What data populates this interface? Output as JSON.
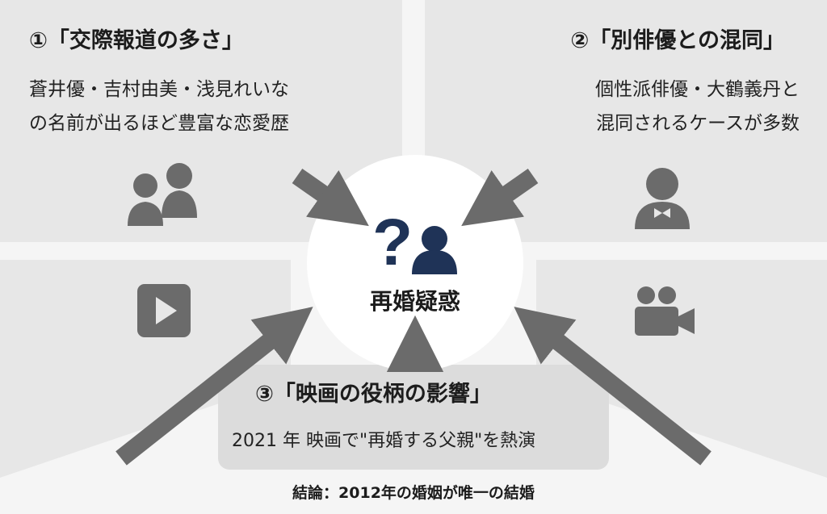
{
  "reasons": [
    {
      "title": "①「交際報道の多さ」",
      "lines": [
        "蒼井優・吉村由美・浅見れいな",
        "の名前が出るほど豊富な恋愛歴"
      ],
      "icon": "couple-icon"
    },
    {
      "title": "②「別俳優との混同」",
      "lines": [
        "個性派俳優・大鶴義丹と",
        "混同されるケースが多数"
      ],
      "icon": "man-bowtie-icon"
    },
    {
      "title": "③「映画の役柄の影響」",
      "lines": [
        "2021 年 映画で\"再婚する父親\"を熱演"
      ],
      "icon": "play-icon"
    }
  ],
  "center": {
    "label": "再婚疑惑",
    "icon": "question-person-icon"
  },
  "decor_icons": [
    "play-button-icon",
    "movie-camera-icon"
  ],
  "conclusion": "結論：2012年の婚姻が唯一の結婚",
  "colors": {
    "panel": "#e7e7e7",
    "arrow": "#6b6b6b",
    "center_icon": "#1f3357",
    "text": "#1f1f1f"
  }
}
